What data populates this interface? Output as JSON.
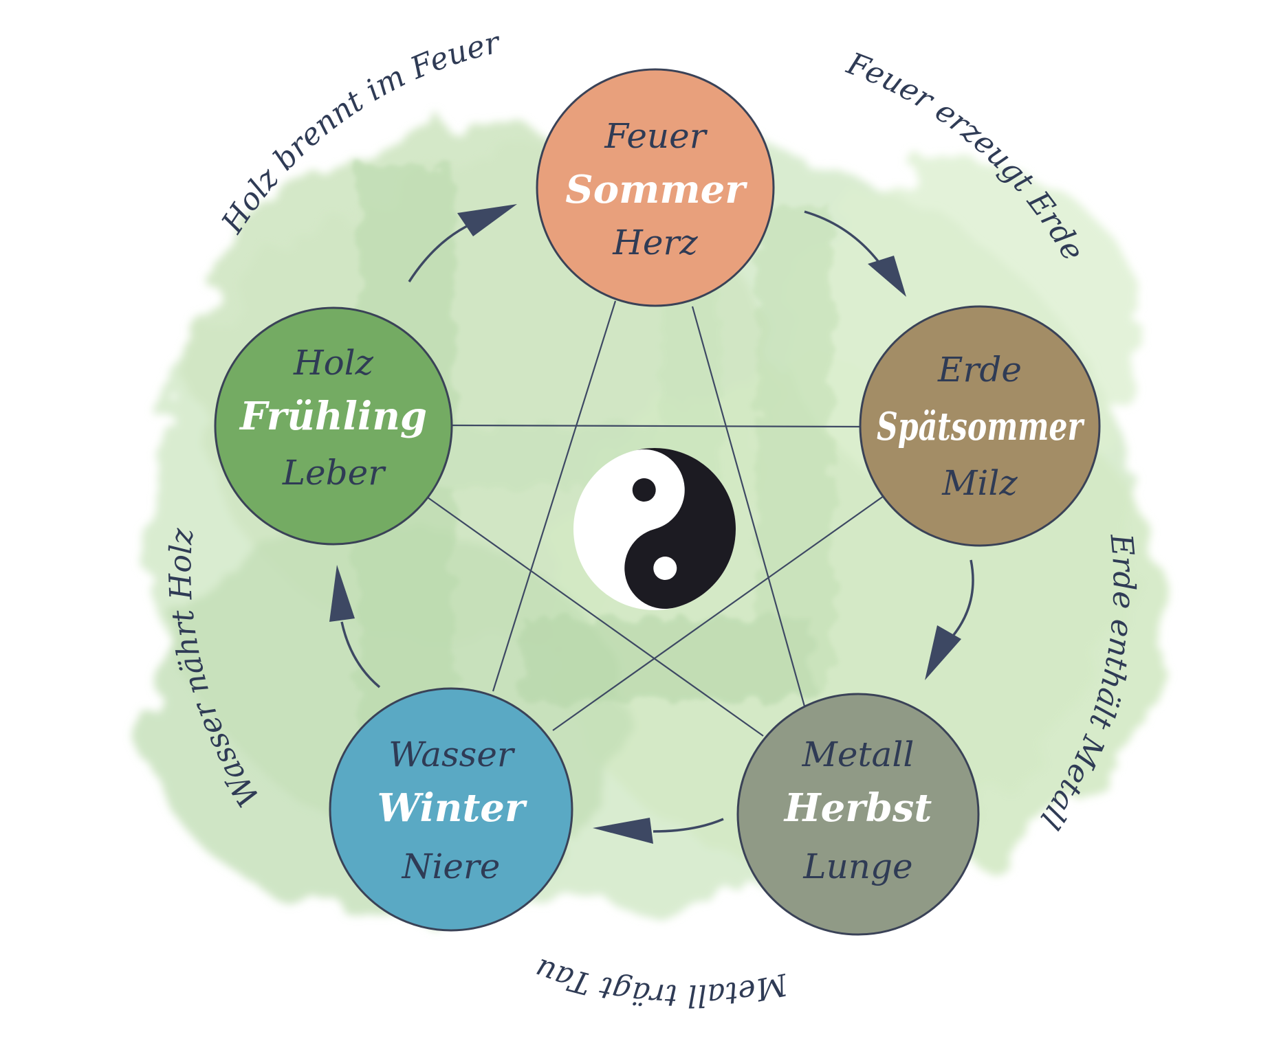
{
  "elements": {
    "fire": {
      "name": "Feuer",
      "season": "Sommer",
      "organ": "Herz",
      "color": "#e8a07c"
    },
    "earth": {
      "name": "Erde",
      "season": "Spätsommer",
      "organ": "Milz",
      "color": "#a38d66"
    },
    "metal": {
      "name": "Metall",
      "season": "Herbst",
      "organ": "Lunge",
      "color": "#909a86"
    },
    "water": {
      "name": "Wasser",
      "season": "Winter",
      "organ": "Niere",
      "color": "#5aa9c4"
    },
    "wood": {
      "name": "Holz",
      "season": "Frühling",
      "organ": "Leber",
      "color": "#74ab63"
    }
  },
  "cycle_labels": {
    "wood_to_fire": "Holz brennt im Feuer",
    "fire_to_earth": "Feuer erzeugt Erde",
    "earth_to_metal": "Erde enthält Metall",
    "metal_to_water": "Metall trägt Tau",
    "water_to_wood": "Wasser nährt Holz"
  },
  "colors": {
    "text": "#2f3b55",
    "lines": "#3d4863",
    "watercolor": "#cfe6c2"
  },
  "center_symbol": "yin-yang-icon"
}
